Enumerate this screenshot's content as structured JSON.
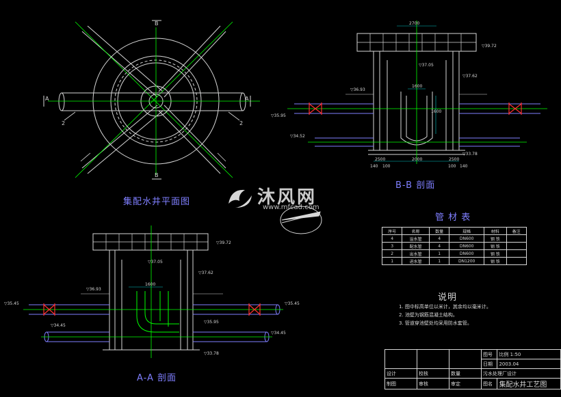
{
  "titles": {
    "plan": "集配水井平面图",
    "section_bb": "B-B 剖面",
    "section_aa": "A-A 剖面",
    "material_table": "管 材 表",
    "notes_title": "说明"
  },
  "watermark": {
    "brand": "沐风网",
    "url": "www.mfcad.com"
  },
  "section_marks": {
    "a": "A",
    "b": "B",
    "pipe": "2"
  },
  "dimensions": {
    "bb_top": "2700",
    "bb_span": "1600",
    "bb_height": "1600",
    "bb_bottom_left": "2500",
    "bb_bottom_mid": "2000",
    "bb_bottom_right": "2500",
    "bb_base_left": "140",
    "bb_base_left2": "100",
    "bb_base_right": "100",
    "bb_base_right2": "140",
    "aa_span": "1600"
  },
  "elevations": {
    "bb_top": "▽39.72",
    "bb_water1": "▽37.05",
    "bb_water2": "▽37.62",
    "bb_ground": "▽36.93",
    "bb_inlet": "▽35.95",
    "bb_low": "▽34.52",
    "bb_bottom": "▽33.78",
    "aa_top": "▽39.72",
    "aa_water": "▽37.05",
    "aa_right": "▽37.62",
    "aa_ground": "▽36.93",
    "aa_left": "▽35.45",
    "aa_right2": "▽35.45",
    "aa_low": "▽34.45",
    "aa_lowr": "▽34.45",
    "aa_mid": "▽35.95",
    "aa_bottom": "▽33.78"
  },
  "material_table": {
    "headers": [
      "序号",
      "名称",
      "数量",
      "规格",
      "材料",
      "备注"
    ],
    "rows": [
      [
        "4",
        "溢水管",
        "4",
        "DN600",
        "钢  铁",
        ""
      ],
      [
        "3",
        "配水管",
        "4",
        "DN600",
        "钢  铁",
        ""
      ],
      [
        "2",
        "出水管",
        "1",
        "DN600",
        "钢  铁",
        ""
      ],
      [
        "1",
        "进水管",
        "1",
        "DN1200",
        "钢  铁",
        ""
      ]
    ]
  },
  "notes": [
    "1. 图中标高单位以米计，其余均以毫米计。",
    "2. 池壁为钢筋混凝土结构。",
    "3. 管道穿池壁处均采用防水套管。"
  ],
  "title_block": {
    "scale_label": "图号",
    "scale_value": "比例 1:50",
    "date_label": "日期",
    "date_value": "2003.04",
    "project": "污水处理厂设计",
    "designer": "设计",
    "checker": "校核",
    "drawer": "制图",
    "reviewer": "审核",
    "approver": "审定",
    "count": "数量",
    "drawing_label": "图名",
    "drawing_name": "集配水井工艺图"
  },
  "colors": {
    "background": "#000000",
    "pipe": "#7f7fff",
    "structure": "#d8d8d8",
    "centerline": "#00ff00",
    "dim": "#00c8c8",
    "valve": "#ff3030",
    "elbow": "#00ff00"
  }
}
